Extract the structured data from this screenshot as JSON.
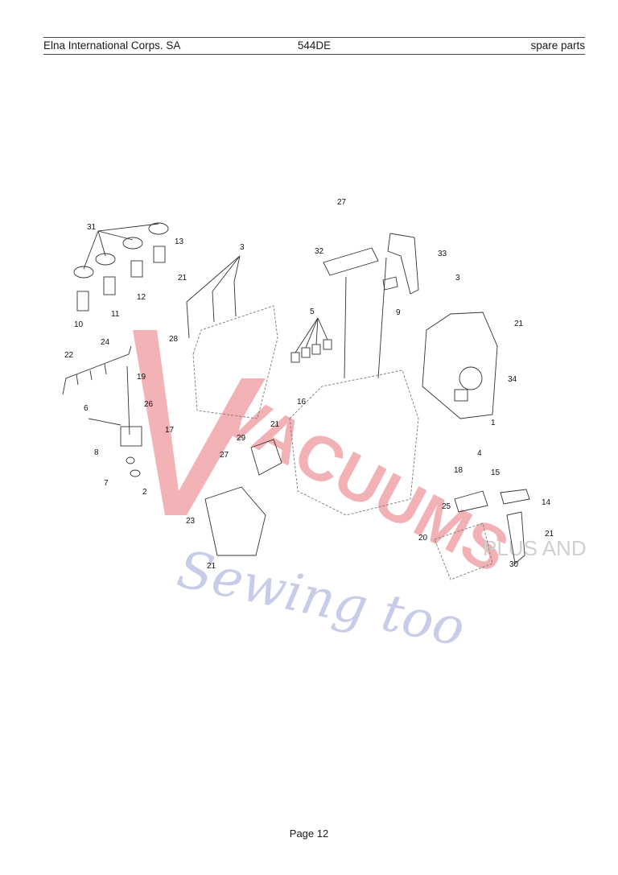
{
  "header": {
    "company": "Elna International Corps. SA",
    "model": "544DE",
    "section": "spare parts"
  },
  "footer": {
    "page": "Page 12"
  },
  "watermark": {
    "line1": "VACUUMS",
    "tag": "PLUS AND",
    "line2": "Sewing too"
  },
  "colors": {
    "watermark_red": "#e8737a",
    "watermark_blue": "#9aa6d6"
  },
  "callouts": [
    "1",
    "2",
    "3",
    "3",
    "4",
    "5",
    "6",
    "7",
    "8",
    "9",
    "10",
    "11",
    "12",
    "13",
    "14",
    "15",
    "16",
    "17",
    "18",
    "19",
    "20",
    "21",
    "21",
    "21",
    "21",
    "21",
    "22",
    "23",
    "24",
    "25",
    "26",
    "27",
    "27",
    "28",
    "29",
    "30",
    "31",
    "32",
    "33",
    "34"
  ]
}
